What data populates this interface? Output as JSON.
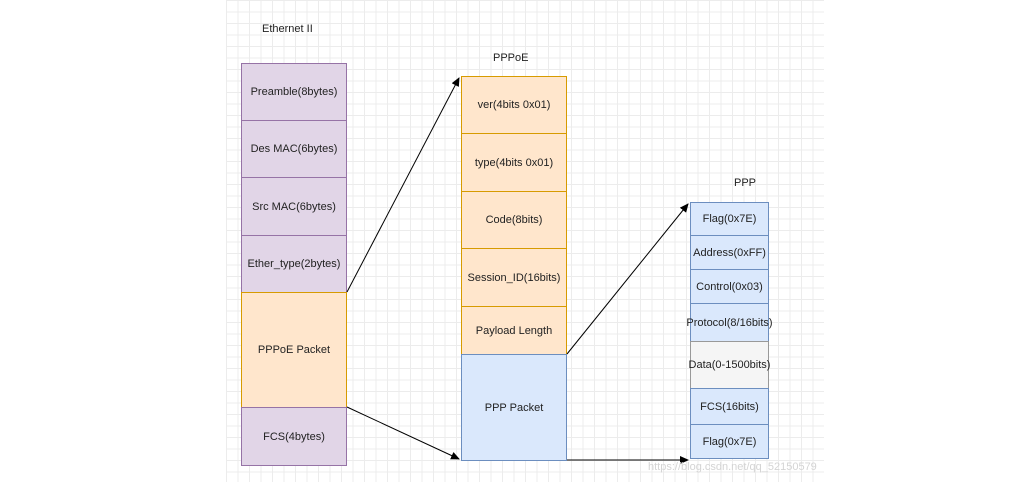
{
  "ethernet": {
    "title": "Ethernet II",
    "fields": [
      "Preamble(8bytes)",
      "Des MAC(6bytes)",
      "Src MAC(6bytes)",
      "Ether_type(2bytes)",
      "PPPoE Packet",
      "FCS(4bytes)"
    ]
  },
  "pppoe": {
    "title": "PPPoE",
    "fields": [
      "ver(4bits 0x01)",
      "type(4bits 0x01)",
      "Code(8bits)",
      "Session_ID(16bits)",
      "Payload Length",
      "PPP Packet"
    ]
  },
  "ppp": {
    "title": "PPP",
    "fields": [
      "Flag(0x7E)",
      "Address(0xFF)",
      "Control(0x03)",
      "Protocol(8/16bits)",
      "Data(0-1500bits)",
      "FCS(16bits)",
      "Flag(0x7E)"
    ]
  },
  "watermark": "https://blog.csdn.net/qq_52150579",
  "colors": {
    "ethernet_fill": "#e1d5e7",
    "ethernet_stroke": "#9673a6",
    "pppoe_fill": "#ffe6cc",
    "pppoe_stroke": "#d79b00",
    "ppp_fill": "#dae8fc",
    "ppp_stroke": "#6c8ebf",
    "data_fill": "#f5f5f5"
  }
}
